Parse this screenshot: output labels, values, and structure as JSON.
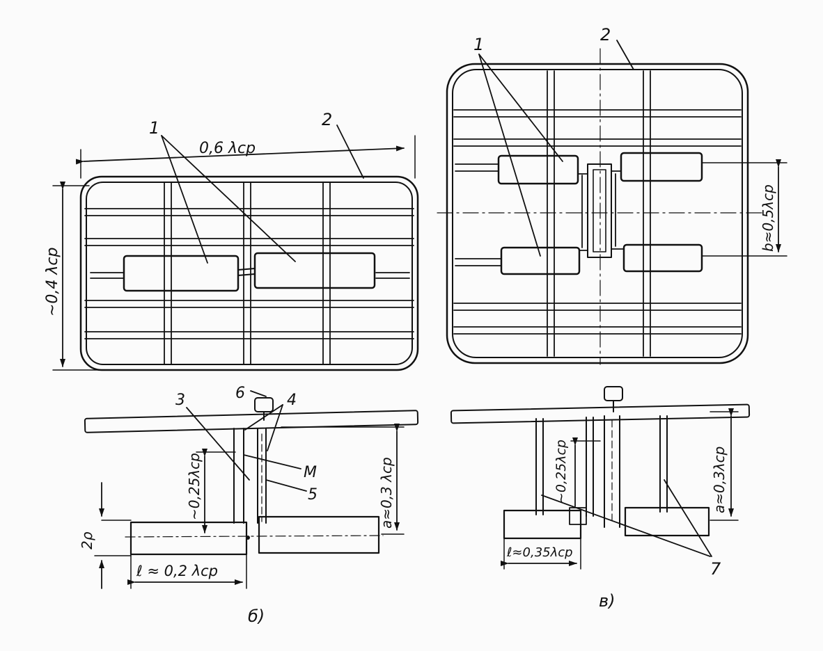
{
  "panel_b": {
    "dim_width": "0,6 λср",
    "dim_height": "~0,4 λср",
    "dim_depth": "~0,25λср",
    "dim_a": "a≈0,3 λср",
    "dim_l": "ℓ ≈ 0,2 λср",
    "dim_rho": "2ρ",
    "callout_1": "1",
    "callout_2": "2",
    "callout_3": "3",
    "callout_4": "4",
    "callout_5": "5",
    "callout_6": "6",
    "callout_M": "M",
    "caption": "б)"
  },
  "panel_v": {
    "dim_b": "b≈0,5λср",
    "dim_depth": "~0,25λср",
    "dim_a": "a≈0,3λср",
    "dim_l": "ℓ≈0,35λср",
    "callout_1": "1",
    "callout_2": "2",
    "callout_7": "7",
    "caption": "в)"
  }
}
